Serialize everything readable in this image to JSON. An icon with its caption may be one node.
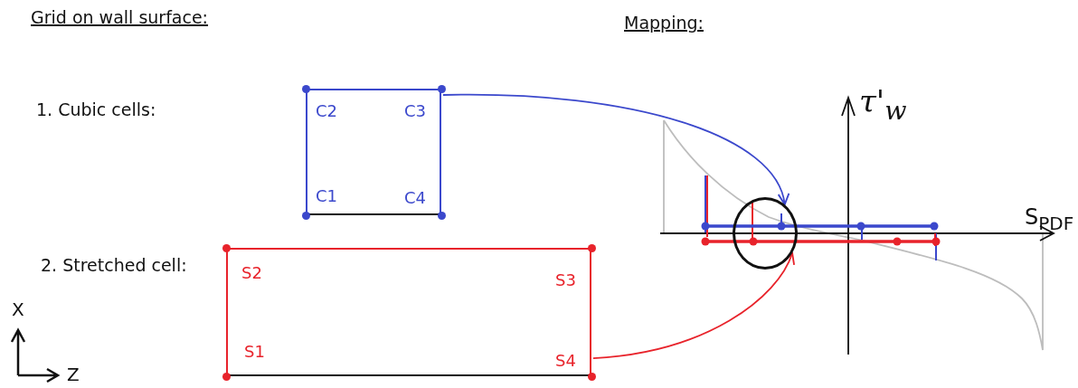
{
  "diagram": {
    "nodes": [
      {
        "text": [
          "C2",
          "C3",
          "C1",
          "C4"
        ]
      },
      {
        "text": [
          "S2",
          "S3",
          "S1",
          "S4"
        ]
      },
      {
        "text": [],
        "shape": "circle"
      }
    ],
    "edges": [
      {
        "from": 0,
        "to": 2,
        "arrow": "to",
        "color": "#3b48cc"
      },
      {
        "from": 1,
        "to": 2,
        "arrow": "to",
        "color": "#e8232b"
      }
    ],
    "labels": [
      "Grid on wall surface:",
      "Mapping:",
      "1. Cubic cells:",
      "2. Stretched cell:",
      "X",
      "Z",
      "τ'$_{w}$",
      "S$_{PDF}$"
    ]
  }
}
